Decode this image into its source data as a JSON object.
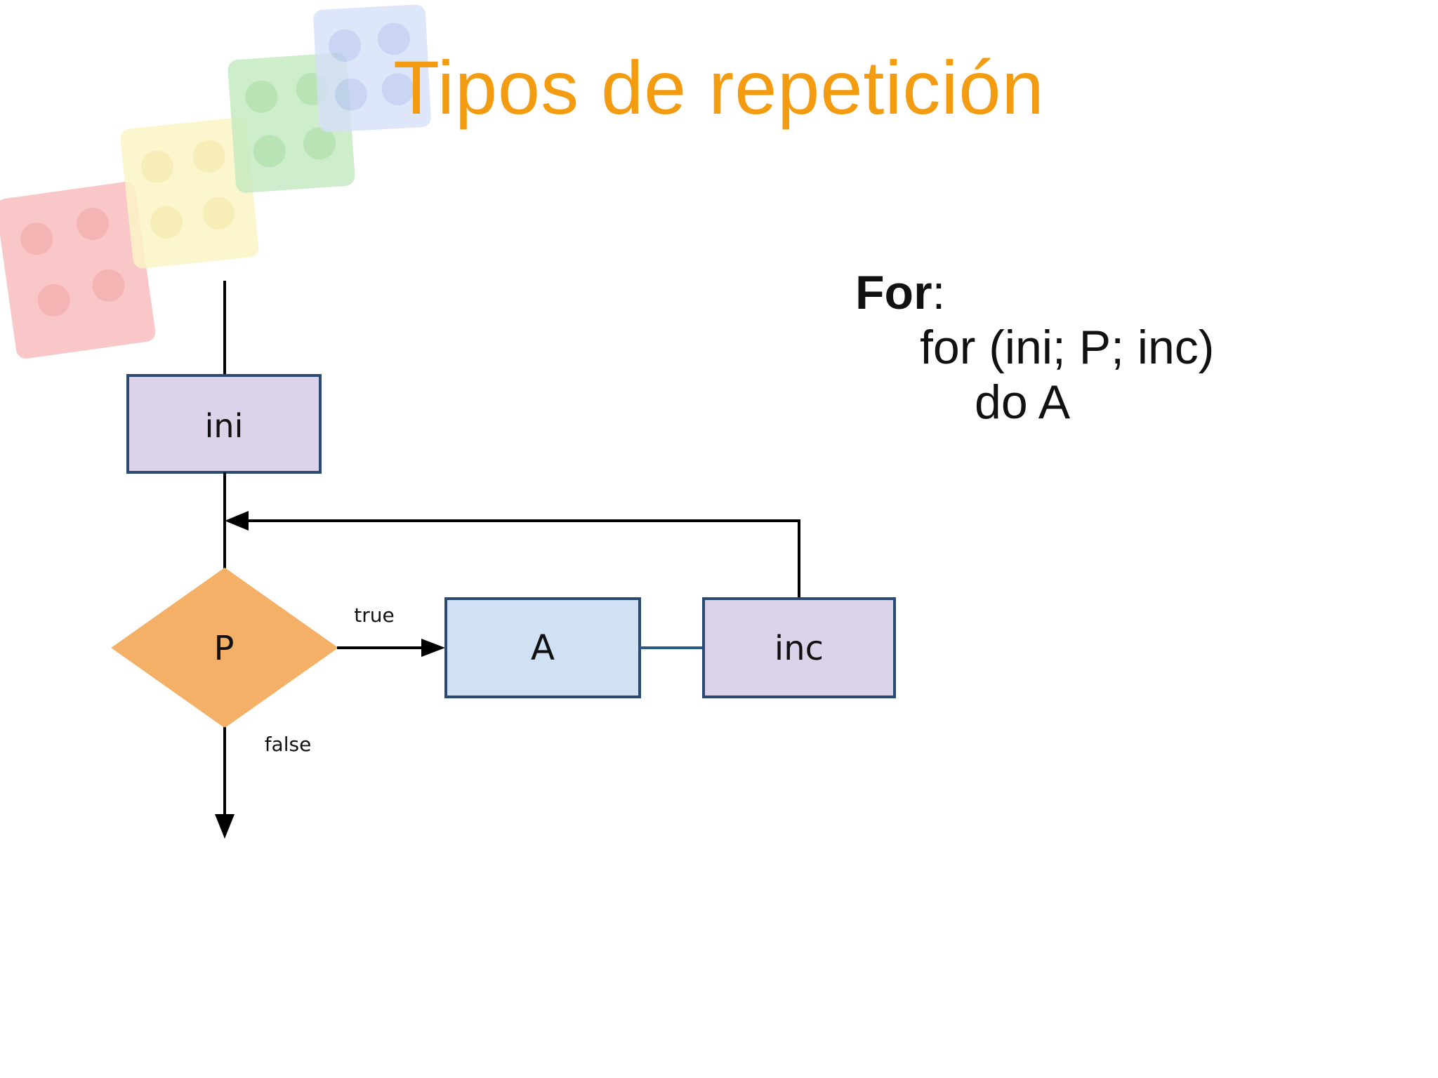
{
  "slide": {
    "title": "Tipos de repetición"
  },
  "code": {
    "keyword": "For",
    "keyword_suffix": ":",
    "line1": "for (ini; P; inc)",
    "line2": "do A"
  },
  "flowchart": {
    "init_box": "ini",
    "condition": "P",
    "action_box": "A",
    "increment_box": "inc",
    "true_label": "true",
    "false_label": "false"
  },
  "colors": {
    "title": "#f39c12",
    "process_box_fill": "#dcd3ea",
    "action_box_fill": "#cfe1f3",
    "decision_fill": "#f4b066",
    "box_border": "#2b4a73",
    "decoration": [
      "#f4a3a3",
      "#fbf2b0",
      "#b5e3b0",
      "#c9d6f6"
    ]
  },
  "decoration": {
    "blocks": [
      "red-block",
      "yellow-block",
      "green-block",
      "blue-block"
    ]
  }
}
